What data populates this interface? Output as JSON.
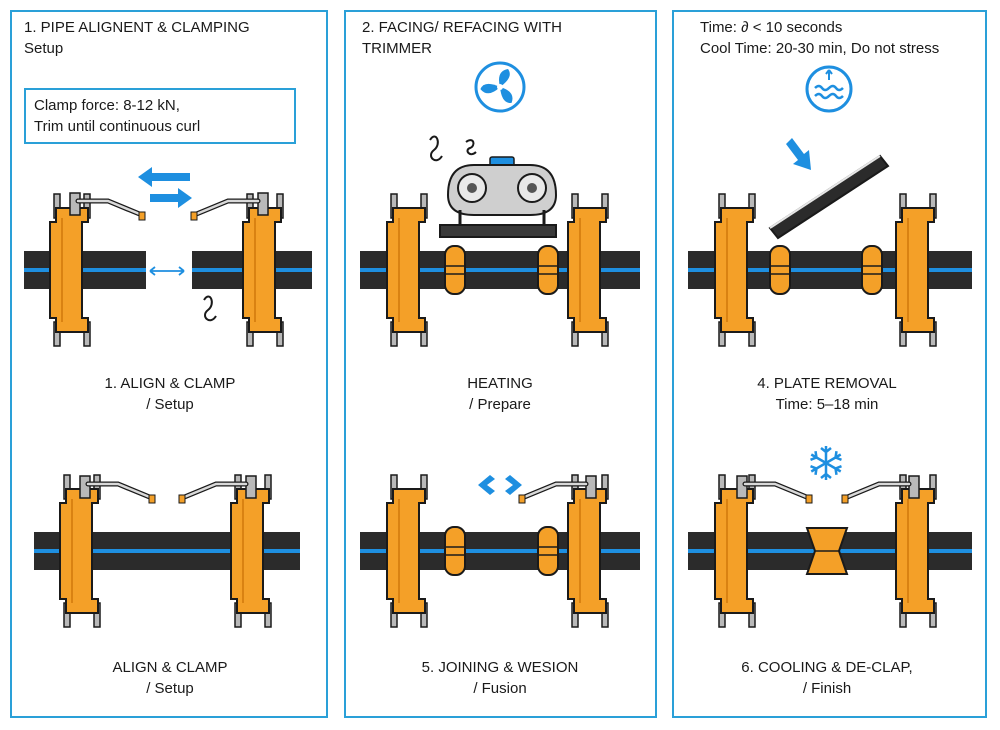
{
  "colors": {
    "panel_border": "#2aa0d8",
    "clamp_orange": "#f4a028",
    "clamp_outline": "#1a1a1a",
    "pipe_black": "#2b2b2b",
    "pipe_stripe": "#1e8fe0",
    "accent_blue": "#1e8fe0",
    "bolt_gray": "#b9b9b9"
  },
  "panel1": {
    "title_line1": "1. PIPE ALIGNENT & CLAMPING",
    "title_line2": "Setup",
    "note_line1": "Clamp force: 8-12 kN,",
    "note_line2": "Trim until continuous curl",
    "caption_top_line1": "1. ALIGN & CLAMP",
    "caption_top_line2": "/ Setup",
    "caption_bottom_line1": "ALIGN & CLAMP",
    "caption_bottom_line2": "/ Setup",
    "icons": [
      "arrow-left-icon",
      "arrow-right-icon",
      "double-arrow-icon",
      "squiggle-icon"
    ]
  },
  "panel2": {
    "title_line1": "2. FACING/ REFACING WITH",
    "title_line2": "TRIMMER",
    "caption_top_line1": "HEATING",
    "caption_top_line2": "/ Prepare",
    "caption_bottom_line1": "5. JOINING & WESION",
    "caption_bottom_line2": "/ Fusion",
    "icons": [
      "fan-icon",
      "trimmer-icon",
      "squiggle-icon",
      "diamond-arrows-icon"
    ]
  },
  "panel3": {
    "title_line1": "Time: ∂ < 10 seconds",
    "title_line2": "Cool Time: 20-30 min, Do not stress",
    "caption_top_line1": "4. PLATE REMOVAL",
    "caption_top_line2": "Time: 5–18 min",
    "caption_bottom_line1": "6. COOLING & DE-CLAP,",
    "caption_bottom_line2": "/ Finish",
    "icons": [
      "water-heat-icon",
      "arrow-down-icon",
      "heater-plate-icon",
      "snowflake-icon"
    ]
  }
}
